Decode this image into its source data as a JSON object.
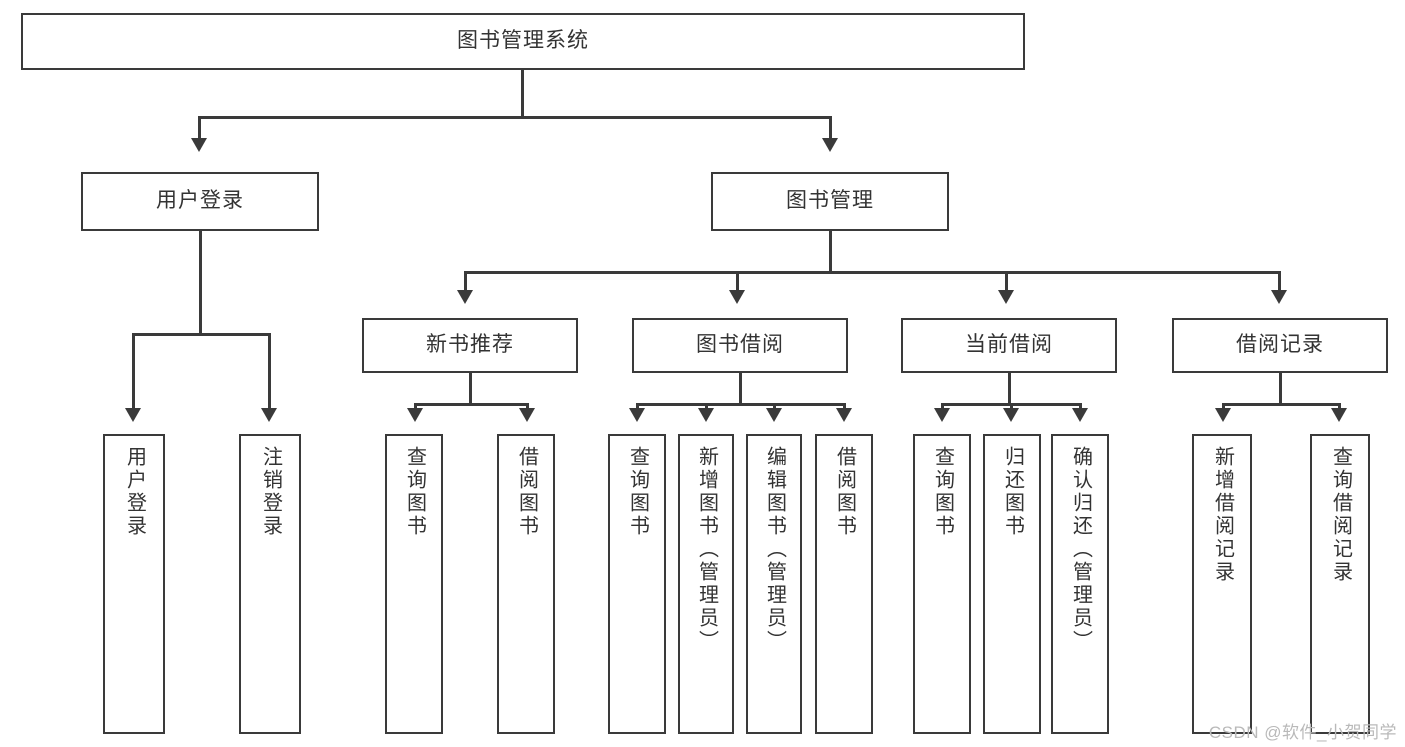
{
  "diagram": {
    "title": "图书管理系统",
    "type": "tree-hierarchy-diagram",
    "watermark": "CSDN @软件_小贺同学",
    "style": {
      "border_color": "#3a3a3a",
      "text_color": "#333333",
      "background": "#ffffff",
      "watermark_color": "#b9b9b9"
    }
  },
  "root": {
    "label": "图书管理系统"
  },
  "level2": [
    {
      "label": "用户登录"
    },
    {
      "label": "图书管理"
    }
  ],
  "level3": [
    {
      "label": "新书推荐"
    },
    {
      "label": "图书借阅"
    },
    {
      "label": "当前借阅"
    },
    {
      "label": "借阅记录"
    }
  ],
  "leaves": {
    "user_login": [
      {
        "label": "用户登录"
      },
      {
        "label": "注销登录"
      }
    ],
    "new_book": [
      {
        "label": "查询图书"
      },
      {
        "label": "借阅图书"
      }
    ],
    "borrow": [
      {
        "label": "查询图书"
      },
      {
        "label": "新增图书（管理员）"
      },
      {
        "label": "编辑图书（管理员）"
      },
      {
        "label": "借阅图书"
      }
    ],
    "current": [
      {
        "label": "查询图书"
      },
      {
        "label": "归还图书"
      },
      {
        "label": "确认归还（管理员）"
      }
    ],
    "records": [
      {
        "label": "新增借阅记录"
      },
      {
        "label": "查询借阅记录"
      }
    ]
  }
}
